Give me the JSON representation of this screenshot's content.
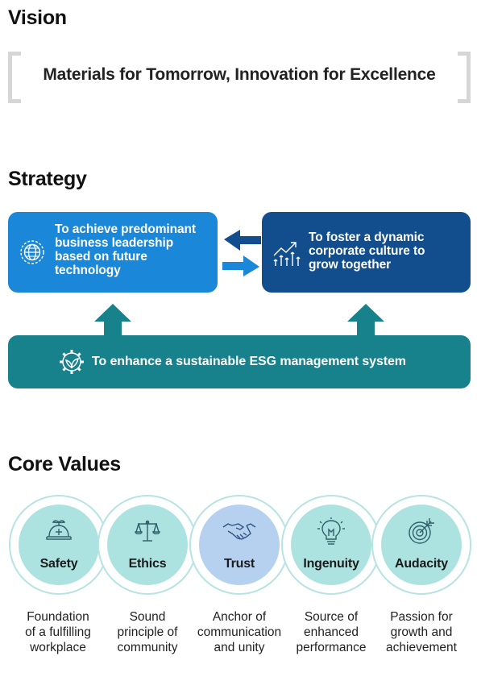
{
  "vision": {
    "title": "Vision",
    "statement": "Materials for Tomorrow, Innovation for Excellence"
  },
  "strategy": {
    "title": "Strategy",
    "left": {
      "line1": "To achieve predominant",
      "line2": "business leadership",
      "line3": "based on future",
      "line4": "technology",
      "icon": "globe-icon"
    },
    "right": {
      "line1": "To foster a dynamic",
      "line2": "corporate culture to",
      "line3": "grow together",
      "icon": "growth-chart-icon"
    },
    "bottom": {
      "text": "To enhance a sustainable ESG management system",
      "icon": "eco-gear-icon"
    },
    "colors": {
      "left": "#1a87d8",
      "right": "#124e8d",
      "bottom": "#17818c"
    }
  },
  "core_values": {
    "title": "Core Values",
    "items": [
      {
        "label": "Safety",
        "icon": "helmet-icon",
        "desc1": "Foundation",
        "desc2": "of a fulfilling",
        "desc3": "workplace"
      },
      {
        "label": "Ethics",
        "icon": "scales-icon",
        "desc1": "Sound",
        "desc2": "principle of",
        "desc3": "community"
      },
      {
        "label": "Trust",
        "icon": "handshake-icon",
        "desc1": "Anchor of",
        "desc2": "communication",
        "desc3": "and unity"
      },
      {
        "label": "Ingenuity",
        "icon": "lightbulb-icon",
        "desc1": "Source of",
        "desc2": "enhanced",
        "desc3": "performance"
      },
      {
        "label": "Audacity",
        "icon": "target-icon",
        "desc1": "Passion for",
        "desc2": "growth and",
        "desc3": "achievement"
      }
    ]
  }
}
